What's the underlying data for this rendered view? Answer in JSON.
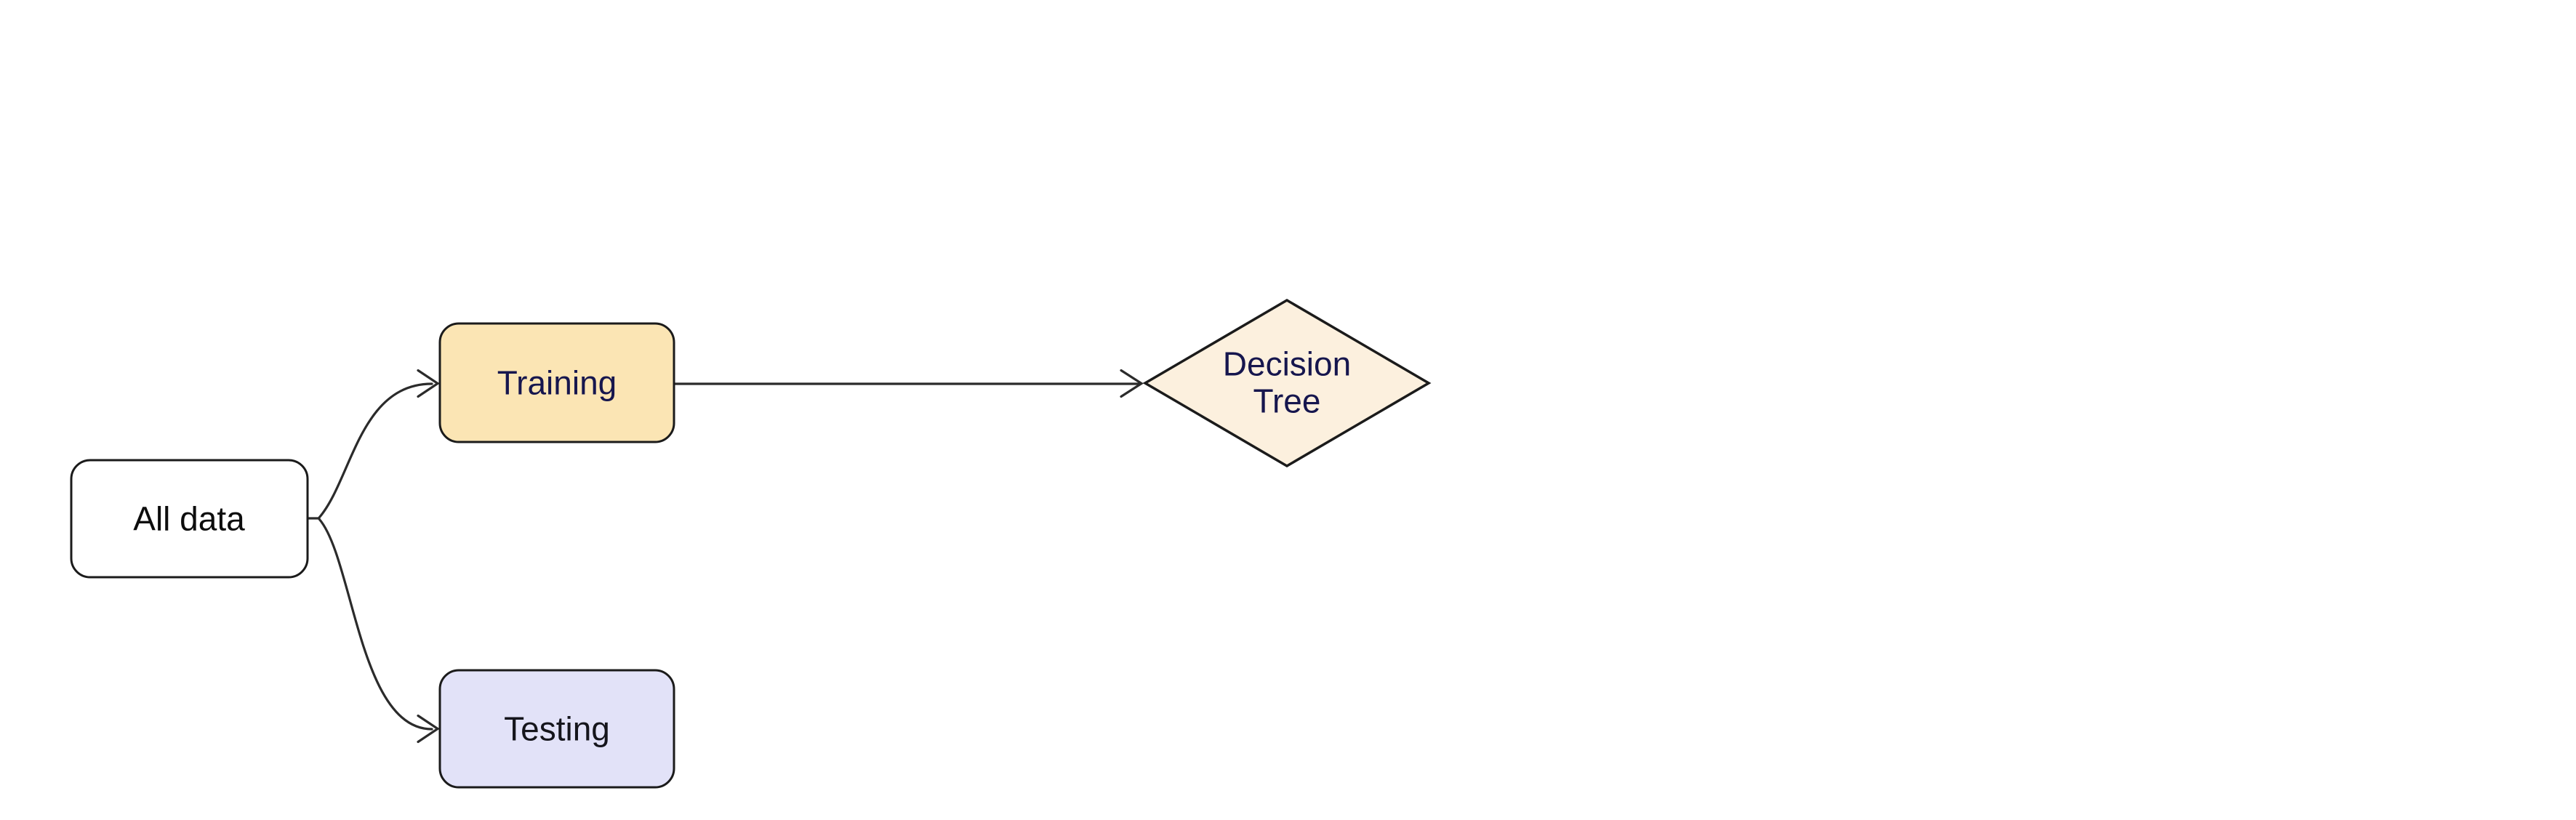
{
  "diagram": {
    "type": "flowchart",
    "background": "#ffffff",
    "edge_color": "#2b2b2b",
    "node_border_color": "#1b1b1b",
    "nodes": {
      "all_data": {
        "label": "All data",
        "shape": "rounded-rectangle",
        "fill": "#ffffff",
        "text_color": "#0d0d0d"
      },
      "training": {
        "label": "Training",
        "shape": "rounded-rectangle",
        "fill": "#fbe5b4",
        "text_color": "#16164e"
      },
      "testing": {
        "label": "Testing",
        "shape": "rounded-rectangle",
        "fill": "#e2e2f8",
        "text_color": "#15151c"
      },
      "decision_tree": {
        "label": "Decision Tree",
        "shape": "diamond",
        "fill": "#fcf0de",
        "text_color": "#16164e"
      }
    },
    "edges": [
      {
        "from": "all_data",
        "to": "training",
        "style": "curved-arrow"
      },
      {
        "from": "all_data",
        "to": "testing",
        "style": "curved-arrow"
      },
      {
        "from": "training",
        "to": "decision_tree",
        "style": "straight-arrow"
      }
    ]
  }
}
